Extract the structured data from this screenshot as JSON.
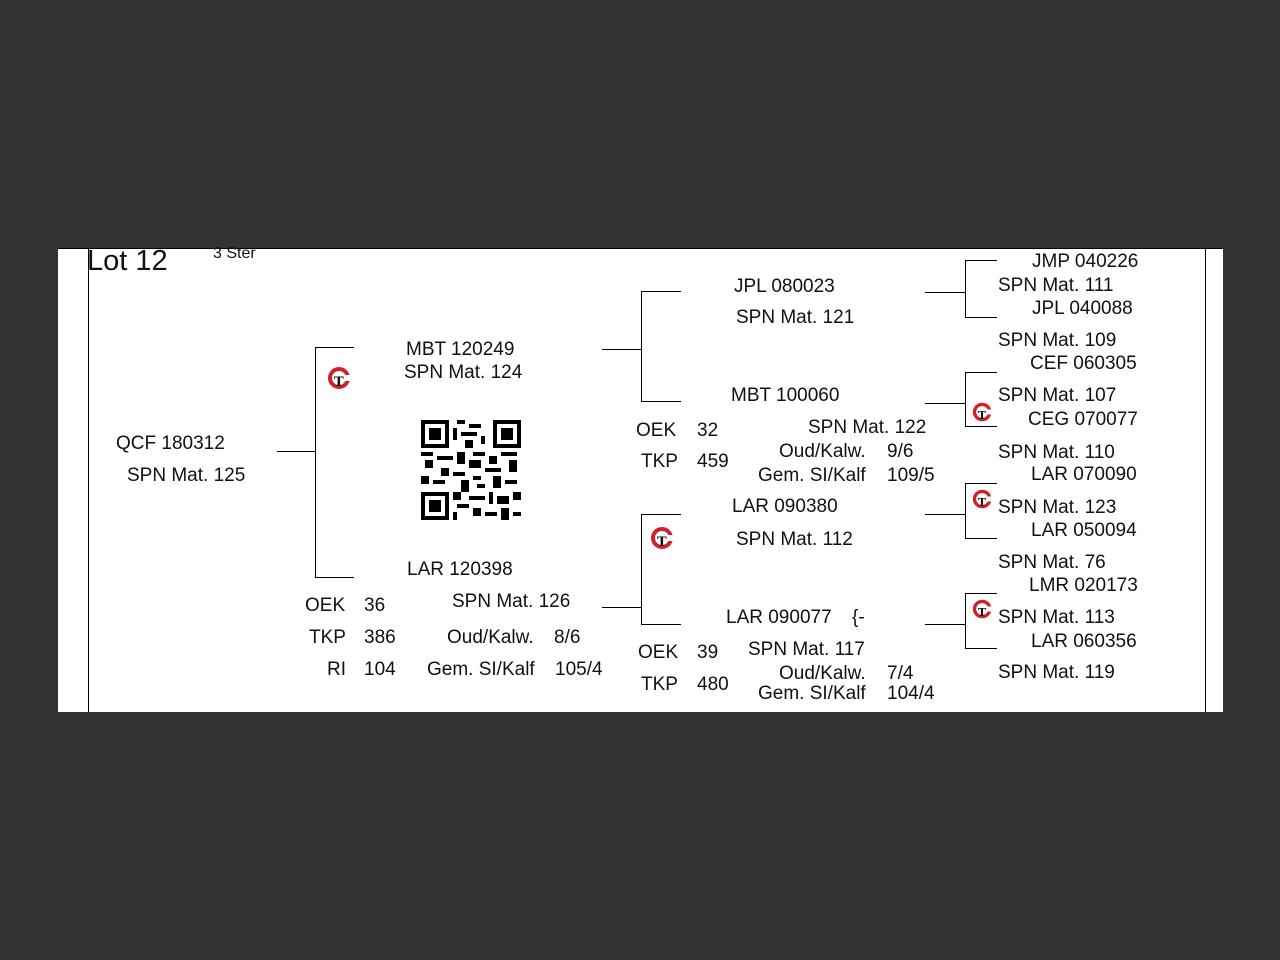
{
  "lot": {
    "title": "Lot 12",
    "stars": "3 Ster"
  },
  "animal": {
    "id": "QCF 180312",
    "mat": "SPN Mat. 125"
  },
  "sire": {
    "id": "MBT 120249",
    "mat": "SPN Mat. 124",
    "sire": {
      "id": "JPL 080023",
      "mat": "SPN Mat. 121",
      "sire": {
        "id": "JMP 040226",
        "mat": "SPN Mat. 111"
      },
      "dam": {
        "id": "JPL 040088",
        "mat": "SPN Mat. 109"
      }
    },
    "dam": {
      "id": "MBT 100060",
      "mat": "SPN Mat. 122",
      "stats": {
        "oek_label": "OEK",
        "oek": "32",
        "tkp_label": "TKP",
        "tkp": "459",
        "oud_label": "Oud/Kalw.",
        "oud": "9/6",
        "gem_label": "Gem. SI/Kalf",
        "gem": "109/5"
      },
      "sire": {
        "id": "CEF 060305",
        "mat": "SPN Mat. 107"
      },
      "dam": {
        "id": "CEG 070077",
        "mat": "SPN Mat. 110"
      }
    }
  },
  "dam": {
    "id": "LAR 120398",
    "mat": "SPN Mat. 126",
    "stats": {
      "oek_label": "OEK",
      "oek": "36",
      "tkp_label": "TKP",
      "tkp": "386",
      "ri_label": "RI",
      "ri": "104",
      "oud_label": "Oud/Kalw.",
      "oud": "8/6",
      "gem_label": "Gem. SI/Kalf",
      "gem": "105/4"
    },
    "sire": {
      "id": "LAR 090380",
      "mat": "SPN Mat. 112",
      "sire": {
        "id": "LAR 070090",
        "mat": "SPN Mat. 123"
      },
      "dam": {
        "id": "LAR 050094",
        "mat": "SPN Mat. 76"
      }
    },
    "dam": {
      "id": "LAR 090077",
      "mark": "{-",
      "mat": "SPN Mat. 117",
      "stats": {
        "oek_label": "OEK",
        "oek": "39",
        "tkp_label": "TKP",
        "tkp": "480",
        "oud_label": "Oud/Kalw.",
        "oud": "7/4",
        "gem_label": "Gem. SI/Kalf",
        "gem": "104/4"
      },
      "sire": {
        "id": "LMR 020173",
        "mat": "SPN Mat. 113"
      },
      "dam": {
        "id": "LAR 060356",
        "mat": "SPN Mat. 119"
      }
    }
  },
  "icons": {
    "logo": "gt-logo-icon",
    "qr": "qr-code-icon"
  },
  "colors": {
    "logo_red": "#d0202a",
    "background": "#333333",
    "sheet": "#ffffff"
  }
}
